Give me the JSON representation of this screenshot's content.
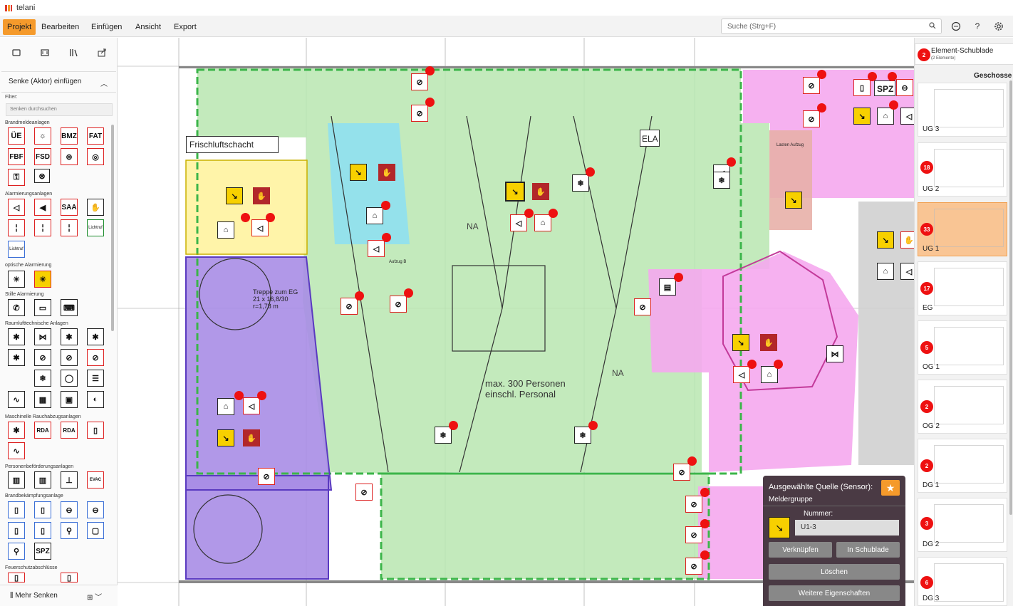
{
  "app": {
    "title": "telani"
  },
  "menu": {
    "items": [
      "Projekt",
      "Bearbeiten",
      "Einfügen",
      "Ansicht",
      "Export"
    ],
    "active_index": 0
  },
  "search": {
    "placeholder": "Suche (Strg+F)"
  },
  "left_panel": {
    "section_title": "Senke (Aktor) einfügen",
    "filter_label": "Filter:",
    "filter_placeholder": "Senken durchsuchen",
    "categories": {
      "brandmelde": "Brandmeldeanlagen",
      "alarmierung": "Alarmierungsanlagen",
      "optisch": "optische Alarmierung",
      "still": "Stille Alarmierung",
      "raumluft": "Raumlufttechnische Anlagen",
      "maschinell": "Maschinelle Rauchabzugsanlagen",
      "personen": "Personenbeförderungsanlagen",
      "brandbek": "Brandbekämpfungsanlage",
      "feuerschutz": "Feuerschutzabschlüsse"
    },
    "symbols": {
      "ue": "ÜE",
      "bmz": "BMZ",
      "fat": "FAT",
      "fbf": "FBF",
      "fsd": "FSD",
      "saa": "SAA",
      "lichtruf": "Lichtruf",
      "rda": "RDA",
      "evac": "EVAC",
      "spz": "SPZ"
    },
    "footer_label": "Mehr Senken"
  },
  "plan": {
    "labels": {
      "frischluft": "Frischluftschacht",
      "ela": "ELA",
      "spz": "SPZ",
      "max": "max. 300 Personen",
      "personal": "einschl. Personal",
      "na1": "NA",
      "na2": "NA",
      "treppe1": "Treppe zum EG",
      "treppe2": "21 x 16,8/30",
      "treppe3": "r=1,78 m",
      "lastenaufzug": "Lasten Aufzug",
      "aufzug": "Aufzug B"
    }
  },
  "right_panel": {
    "drawer_title": "Element-Schublade",
    "drawer_sub": "(2 Elemente)",
    "drawer_count": "2",
    "geschosse_label": "Geschosse",
    "floors": [
      {
        "name": "UG 3",
        "count": ""
      },
      {
        "name": "UG 2",
        "count": "18"
      },
      {
        "name": "UG 1",
        "count": "33"
      },
      {
        "name": "EG",
        "count": "17"
      },
      {
        "name": "OG 1",
        "count": "5"
      },
      {
        "name": "OG 2",
        "count": "2"
      },
      {
        "name": "DG 1",
        "count": "2"
      },
      {
        "name": "DG 2",
        "count": "3"
      },
      {
        "name": "DG 3",
        "count": "6"
      }
    ],
    "selected_floor": "UG 1"
  },
  "popup": {
    "title": "Ausgewählte Quelle (Sensor):",
    "subtitle": "Meldergruppe",
    "nummer_label": "Nummer:",
    "nummer_value": "U1-3",
    "btn_link": "Verknüpfen",
    "btn_drawer": "In Schublade",
    "btn_delete": "Löschen",
    "btn_more": "Weitere Eigenschaften"
  },
  "colors": {
    "accent": "#f59a2b",
    "alarm_red": "#e11111",
    "zone_green": "#b8e6b0",
    "zone_purple": "#a98de6",
    "zone_pink": "#f5a8ee",
    "zone_yellow": "#fff3a0",
    "zone_cyan": "#8fe0f0"
  }
}
